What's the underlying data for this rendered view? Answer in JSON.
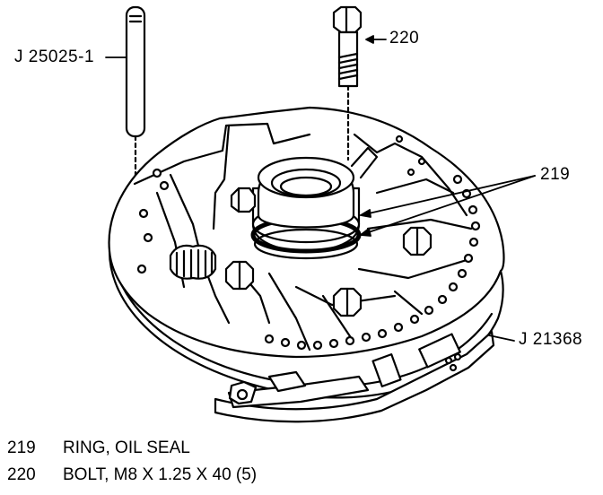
{
  "callouts": {
    "tool_pin": "J 25025-1",
    "bolt": "220",
    "ring": "219",
    "band_tool": "J 21368"
  },
  "legend": [
    {
      "number": "219",
      "description": "RING, OIL SEAL"
    },
    {
      "number": "220",
      "description": "BOLT, M8 X 1.25 X 40 (5)"
    }
  ]
}
